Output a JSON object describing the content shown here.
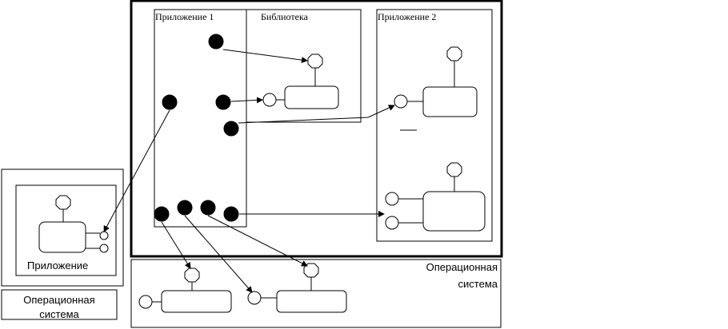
{
  "labels": {
    "app1": "Приложение 1",
    "library": "Библиотека",
    "app2": "Приложение 2",
    "os_main_line1": "Операционная",
    "os_main_line2": "система",
    "left_app": "Приложение",
    "left_os_line1": "Операционная",
    "left_os_line2": "система"
  }
}
